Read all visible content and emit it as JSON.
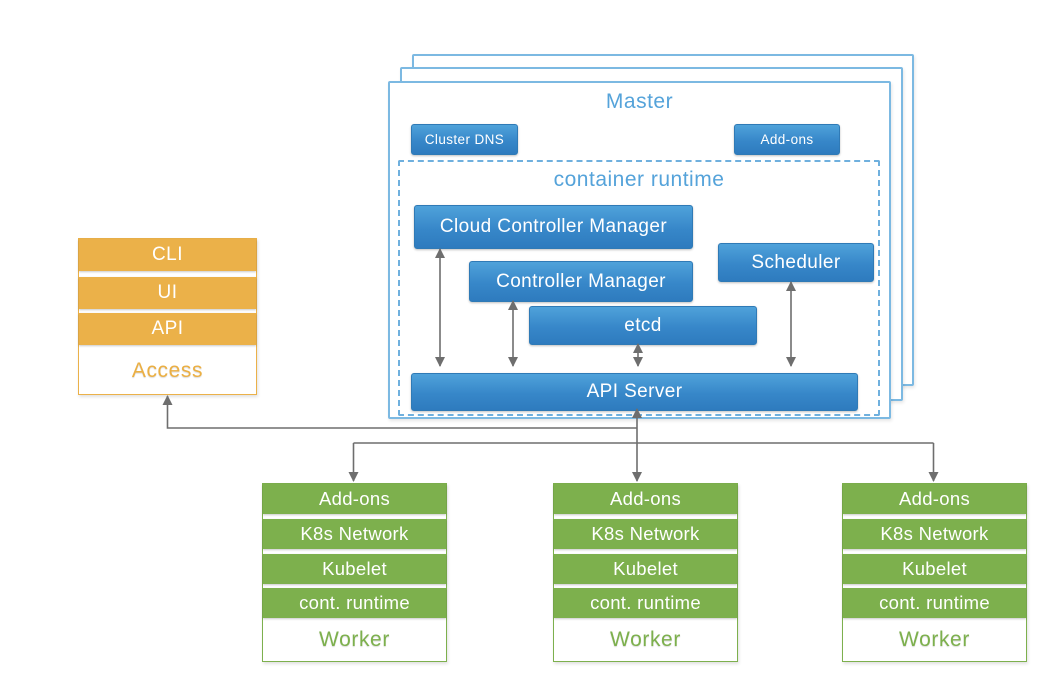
{
  "colors": {
    "blue_gradient_top": "#4FA2DA",
    "blue_gradient_bottom": "#2E7BBE",
    "master_border_blue": "#7CB9E2",
    "dashed_border_blue": "#6FB0DE",
    "title_blue": "#55A3DA",
    "access_orange": "#EBB149",
    "worker_green": "#7DB04D",
    "arrow_gray": "#6E6E6E"
  },
  "access": {
    "title": "Access",
    "layers": [
      "CLI",
      "UI",
      "API"
    ]
  },
  "master": {
    "title": "Master",
    "cluster_dns_label": "Cluster DNS",
    "addons_label": "Add-ons",
    "container_runtime": {
      "title": "container runtime",
      "cloud_controller_manager": "Cloud Controller Manager",
      "controller_manager": "Controller Manager",
      "scheduler": "Scheduler",
      "etcd": "etcd",
      "api_server": "API Server"
    }
  },
  "workers": [
    {
      "title": "Worker",
      "layers": [
        "Add-ons",
        "K8s Network",
        "Kubelet",
        "cont. runtime"
      ]
    },
    {
      "title": "Worker",
      "layers": [
        "Add-ons",
        "K8s Network",
        "Kubelet",
        "cont. runtime"
      ]
    },
    {
      "title": "Worker",
      "layers": [
        "Add-ons",
        "K8s Network",
        "Kubelet",
        "cont. runtime"
      ]
    }
  ]
}
